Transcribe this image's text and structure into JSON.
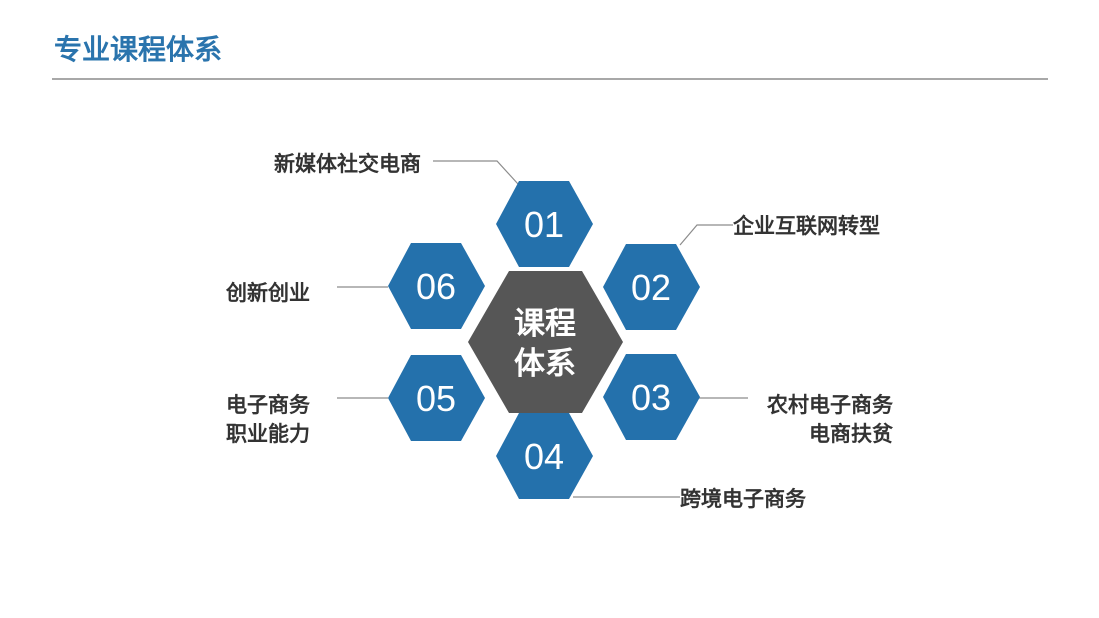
{
  "page": {
    "title": "专业课程体系"
  },
  "center": {
    "line1": "课程",
    "line2": "体系"
  },
  "items": [
    {
      "num": "01",
      "label_lines": [
        "新媒体社交电商"
      ]
    },
    {
      "num": "02",
      "label_lines": [
        "企业互联网转型"
      ]
    },
    {
      "num": "03",
      "label_lines": [
        "农村电子商务",
        "电商扶贫"
      ]
    },
    {
      "num": "04",
      "label_lines": [
        "跨境电子商务"
      ]
    },
    {
      "num": "05",
      "label_lines": [
        "电子商务",
        "职业能力"
      ]
    },
    {
      "num": "06",
      "label_lines": [
        "创新创业"
      ]
    }
  ],
  "colors": {
    "hex": "#2471ac",
    "center": "#565656",
    "title": "#2a74ad",
    "label": "#333333"
  }
}
